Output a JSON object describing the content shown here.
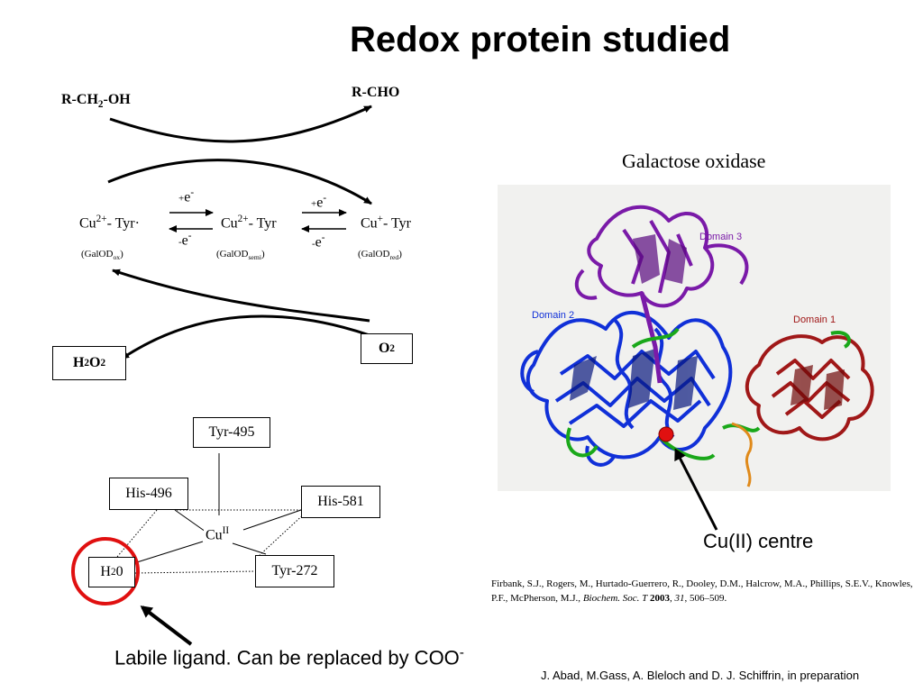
{
  "slide": {
    "title": "Redox protein studied"
  },
  "reaction": {
    "substrate": {
      "a": "R-CH",
      "sub": "2",
      "b": "-OH"
    },
    "product": "R-CHO",
    "h2o2": {
      "a": "H",
      "sub1": "2",
      "b": "O",
      "sub2": "2"
    },
    "o2": {
      "a": "O",
      "sub": "2"
    },
    "arrow_plus_e": {
      "pre": "+",
      "e": "e",
      "sup": "-"
    },
    "arrow_minus_e": {
      "pre": "-",
      "e": "e",
      "sup": "-"
    },
    "species": [
      {
        "cu": "Cu",
        "charge": "2+",
        "rest": "- Tyr·",
        "label": "(GalOD",
        "label_sub": "ox",
        "label_end": ")"
      },
      {
        "cu": "Cu",
        "charge": "2+",
        "rest": "- Tyr",
        "label": "(GalOD",
        "label_sub": "semi",
        "label_end": ")"
      },
      {
        "cu": "Cu",
        "charge": "+",
        "rest": "- Tyr",
        "label": "(GalOD",
        "label_sub": "red",
        "label_end": ")"
      }
    ]
  },
  "site": {
    "tyr495": "Tyr-495",
    "his496": "His-496",
    "his581": "His-581",
    "tyr272": "Tyr-272",
    "h2o": {
      "a": "H",
      "sub": "2",
      "b": "0"
    },
    "cu": {
      "a": "Cu",
      "sup": "II"
    }
  },
  "protein": {
    "name": "Galactose oxidase",
    "domain1": "Domain 1",
    "domain2": "Domain 2",
    "domain3": "Domain 3",
    "centre_label": "Cu(II) centre"
  },
  "labile": {
    "text": "Labile ligand. Can be replaced by COO",
    "sup": "-"
  },
  "reference": {
    "authors": "Firbank, S.J., Rogers, M., Hurtado-Guerrero, R., Dooley, D.M., Halcrow, M.A., Phillips, S.E.V., Knowles, P.F., McPherson, M.J., ",
    "journal": "Biochem. Soc. T",
    "year": "2003",
    "sep1": ", ",
    "volume": "31",
    "pages": ", 506–509."
  },
  "credit": "J. Abad, M.Gass, A. Bleloch and D. J. Schiffrin, in preparation",
  "colors": {
    "domain1": "#a01818",
    "domain2": "#1030d8",
    "domain3": "#7a1aa8",
    "loop_green": "#1aa81a",
    "loop_orange": "#e08a1a",
    "cu_dot": "#e01010",
    "highlight_ring": "#e01010"
  }
}
